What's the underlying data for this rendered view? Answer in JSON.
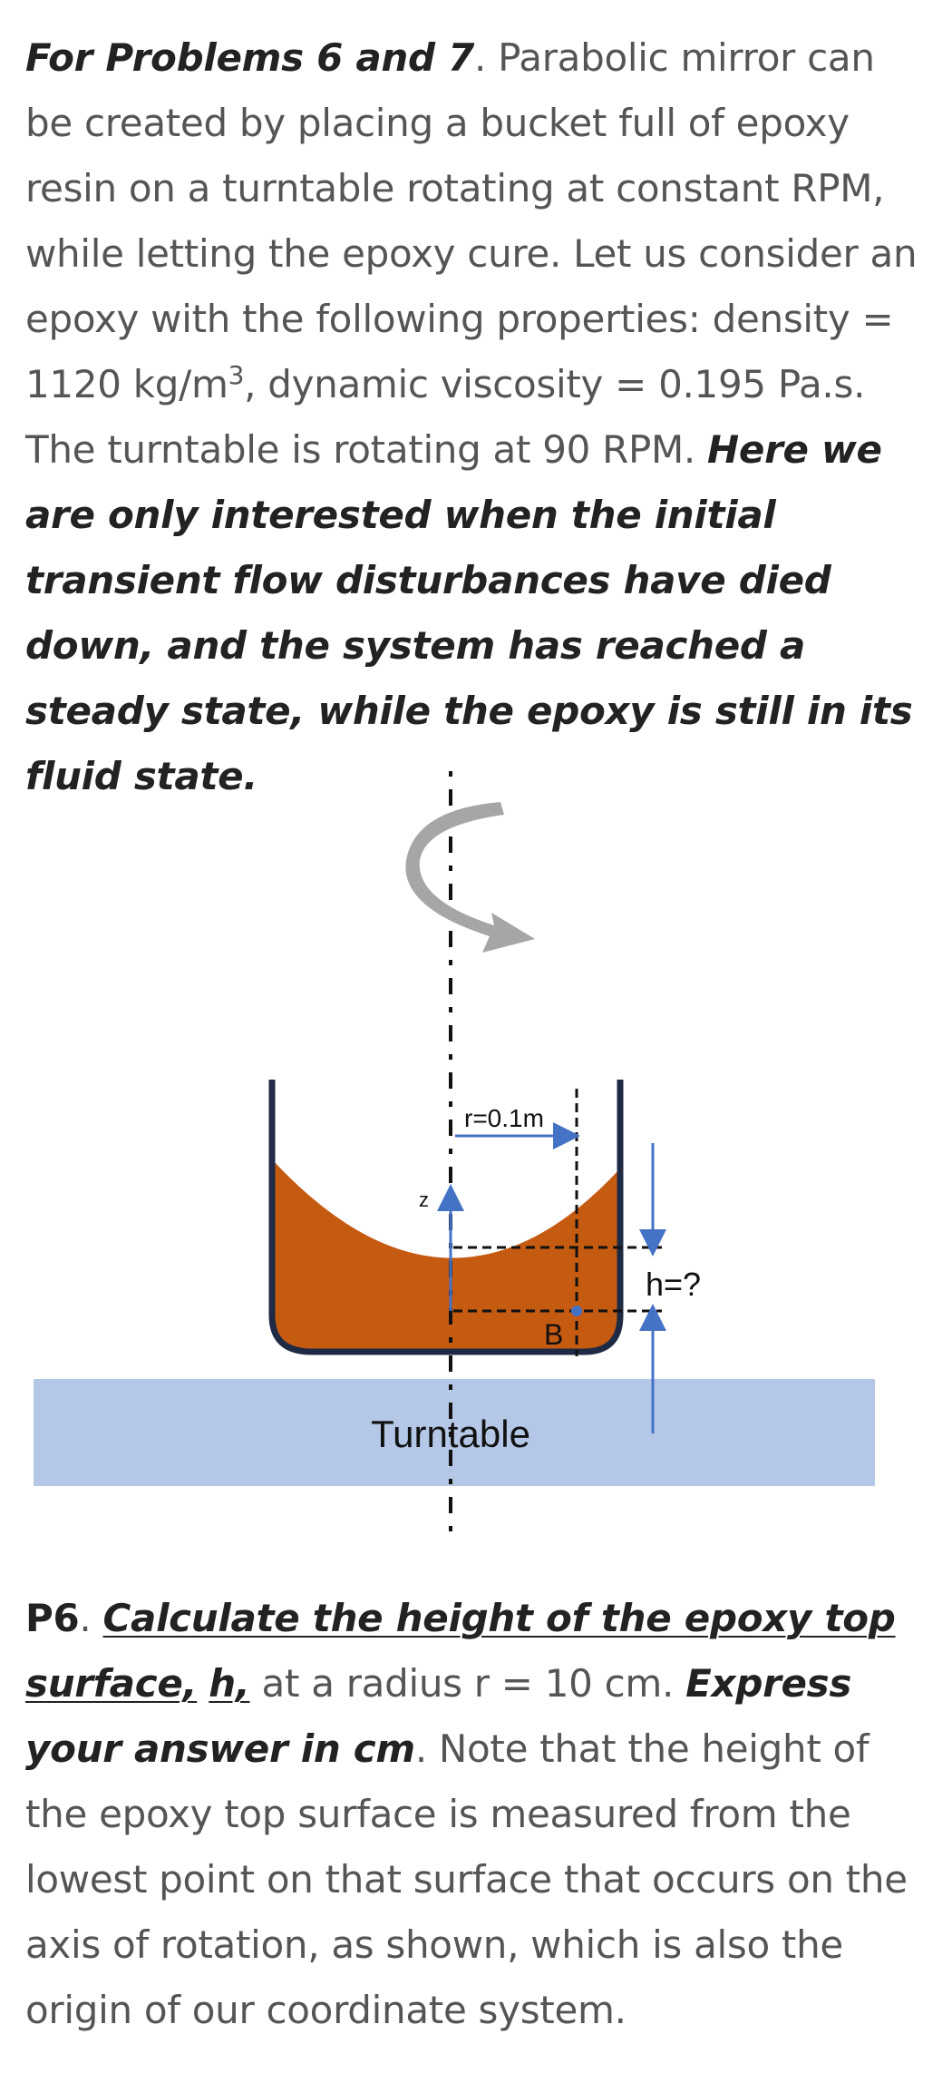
{
  "intro": {
    "lead": "For Problems 6 and 7",
    "lead_end": ".",
    "body": " Parabolic mirror can be created by placing a bucket full of epoxy resin on a turntable rotating at constant RPM, while letting the epoxy cure. Let us consider an epoxy with the following properties: density = 1120 kg/m",
    "density_exp": "3",
    "body2": ", dynamic viscosity = 0.195 Pa.s. The turntable is rotating at 90 RPM. ",
    "emphasis": "Here we are only interested when the initial transient flow disturbances have died down, and the system has reached a steady state, while the epoxy is still in its fluid state."
  },
  "figure": {
    "radius_label": "r=0.1m",
    "z_label": "z",
    "h_label": "h=?",
    "point_label": "B",
    "turntable_label": "Turntable",
    "colors": {
      "epoxy": "#c55a11",
      "bucket": "#1f2a44",
      "turntable": "#b4c7e7",
      "arrows": "#4472c4",
      "rotation_arrow": "#a6a6a6"
    }
  },
  "p6": {
    "label": "P6",
    "dot": ". ",
    "task": "Calculate the height of the epoxy top surface,",
    "var": "h,",
    "mid": " at a radius r = 10 cm. ",
    "express": "Express your answer in cm",
    "rest": ". Note that the height of the epoxy top surface is measured from the lowest point on that surface that occurs on the axis of rotation, as shown, which is also the origin of our coordinate system."
  }
}
